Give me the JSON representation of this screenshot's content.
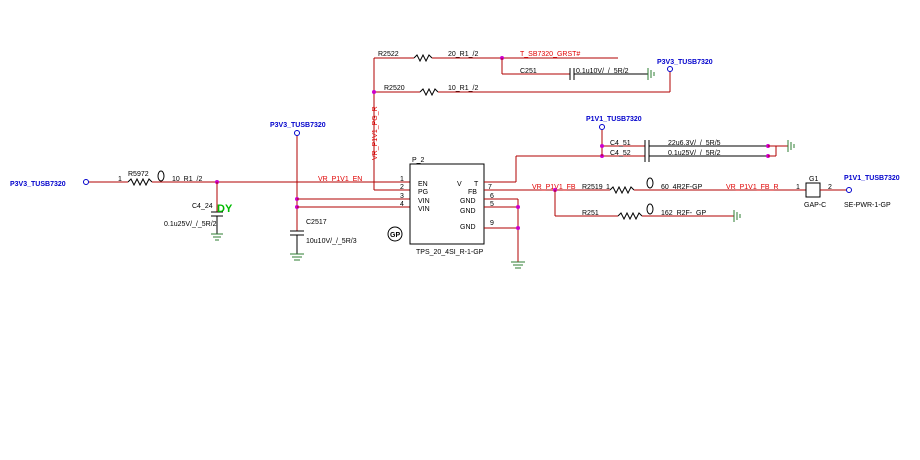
{
  "colors": {
    "wire": "#b00000",
    "net_label": "#e00000",
    "power": "#0000cc",
    "symbol": "#000000",
    "junction": "#cc00cc",
    "ground": "#2e7d32",
    "dy": "#00bb00"
  },
  "power_ports": {
    "in_left": "P3V3_TUSB7320",
    "top_center": "P3V3_TUSB7320",
    "top_right": "P3V3_TUSB7320",
    "p1v1_mid": "P1V1_TUSB7320",
    "p1v1_right": "P1V1_TUSB7320"
  },
  "nets": {
    "en": "VR_P1V1_EN",
    "pg": "VR_P1V1_PG_R",
    "fb": "VR_P1V1_FB",
    "fb_r": "VR_P1V1_FB_R",
    "grst": "T_SB7320_GRST#"
  },
  "r5972": {
    "ref": "R5972",
    "pin1": "1",
    "value": "10_R1_/2"
  },
  "c424": {
    "ref": "C4_24",
    "value": "0.1u25V/_/_5R/2",
    "variant": "DY"
  },
  "c2517": {
    "ref": "C2517",
    "value": "10u10V/_/_5R/3"
  },
  "r2522": {
    "ref": "R2522",
    "value": "20_R1_/2"
  },
  "c251": {
    "ref": "C251",
    "value": "0.1u10V/_/_5R/2"
  },
  "r2520": {
    "ref": "R2520",
    "value": "10_R1_/2"
  },
  "c451": {
    "ref": "C4_51",
    "value": "22u6.3V/_/_5R/5"
  },
  "c452": {
    "ref": "C4_52",
    "value": "0.1u25V/_/_5R/2"
  },
  "r2519": {
    "ref": "R2519",
    "pin1": "1",
    "value": "60_4R2F-GP"
  },
  "r251": {
    "ref": "R251",
    "value": "162_R2F-_GP"
  },
  "ic": {
    "ref": "P_2",
    "part": "TPS_20_4SI_R-1-GP",
    "pins_left": [
      {
        "num": "1",
        "name": "EN"
      },
      {
        "num": "2",
        "name": "PG"
      },
      {
        "num": "3",
        "name": "VIN"
      },
      {
        "num": "4",
        "name": "VIN"
      }
    ],
    "pins_right": [
      {
        "num": "7",
        "name": "FB"
      },
      {
        "num": "6",
        "name": "GND"
      },
      {
        "num": "5",
        "name": "GND"
      },
      {
        "num": "9",
        "name": "GND"
      }
    ],
    "vout_label": "V",
    "t_label": "T"
  },
  "g1": {
    "ref": "G1",
    "pin1": "1",
    "pin2": "2",
    "part": "GAP-C",
    "alt": "SE-PWR-1-GP"
  },
  "gp_badge": "GP"
}
